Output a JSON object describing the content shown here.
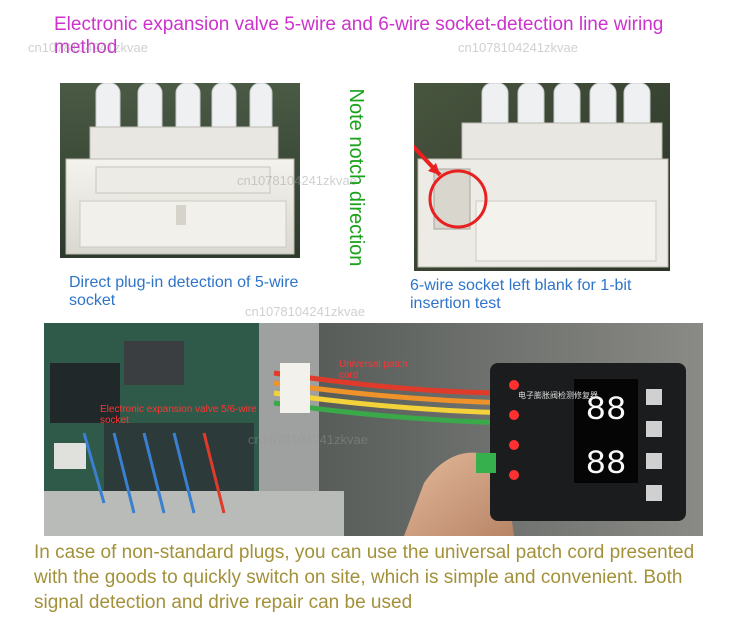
{
  "title": "Electronic expansion valve 5-wire and 6-wire socket-detection line wiring method",
  "note_vertical": "Note notch direction",
  "left_photo": {
    "caption": "Direct plug-in detection of 5-wire socket"
  },
  "right_photo": {
    "caption": "6-wire socket left blank for 1-bit insertion test"
  },
  "bottom_photo": {
    "label_cord": "Universal patch cord",
    "label_valve": "Electronic expansion valve 5/6-wire socket",
    "device_label": "电子膨胀阀检测修复器"
  },
  "watermark": "cn1078104241zkvae",
  "bottom_text": "In case of non-standard plugs, you can use the universal patch cord presented with the goods to quickly switch on site, which is simple and convenient. Both signal detection and drive repair can be used",
  "colors": {
    "title": "#cc33cc",
    "caption": "#2f74c8",
    "note": "#1aa21a",
    "bottom_text": "#a3913a",
    "wire_red": "#e03a2a",
    "wire_orange": "#f0922a",
    "wire_yellow": "#f3d23a",
    "wire_green": "#3aa94a"
  }
}
